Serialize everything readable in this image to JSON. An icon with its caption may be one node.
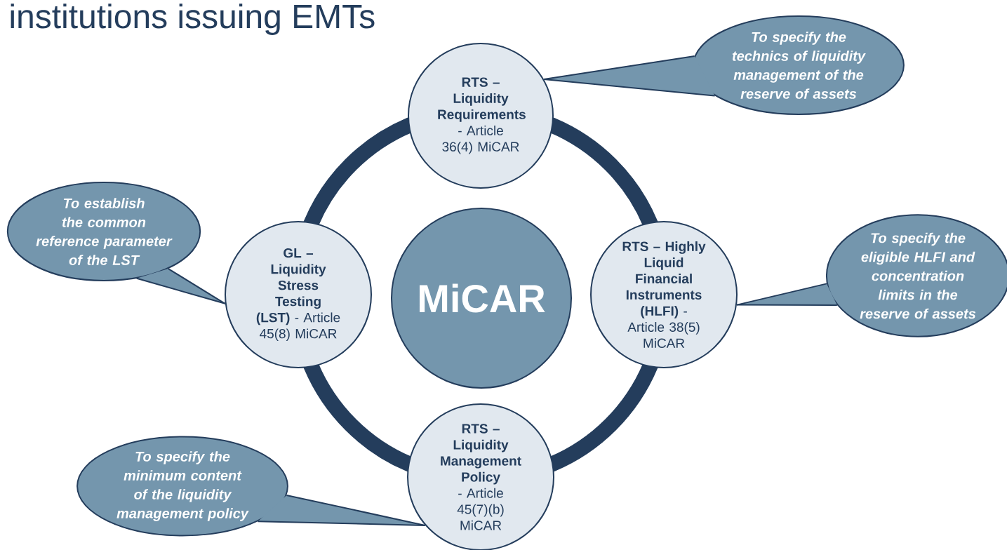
{
  "diagram": {
    "title": "institutions issuing EMTs",
    "nodes": [
      {
        "text": [
          "MiCAR"
        ]
      },
      {
        "text": [
          "**RTS – Liquidity Requirements** - Article 36(4) MiCAR"
        ]
      },
      {
        "text": [
          "**RTS – Highly Liquid Financial Instruments (HLFI)** - Article 38(5) MiCAR"
        ]
      },
      {
        "text": [
          "**RTS – Liquidity Management Policy** - Article 45(7)(b) MiCAR"
        ]
      },
      {
        "text": [
          "**GL – Liquidity Stress Testing (LST)** - Article 45(8) MiCAR"
        ]
      },
      {
        "text": [
          "To specify the technics of liquidity management of the reserve of assets"
        ]
      },
      {
        "text": [
          "To establish the common reference parameter of the LST"
        ]
      },
      {
        "text": [
          "To specify the eligible HLFI and concentration limits in the reserve of assets"
        ]
      },
      {
        "text": [
          "To specify the minimum content of the liquidity management policy"
        ]
      }
    ],
    "edges": [
      {
        "from": 5,
        "to": 1,
        "arrow": "none"
      },
      {
        "from": 6,
        "to": 4,
        "arrow": "none"
      },
      {
        "from": 7,
        "to": 2,
        "arrow": "none"
      },
      {
        "from": 8,
        "to": 3,
        "arrow": "none"
      }
    ]
  }
}
